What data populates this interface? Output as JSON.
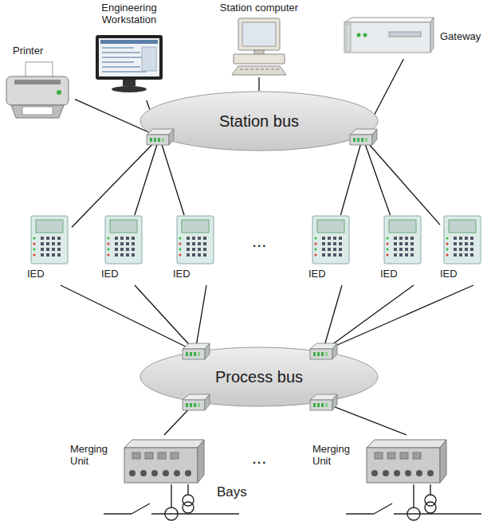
{
  "diagram": {
    "nodes": [
      {
        "text": [
          "Printer"
        ]
      },
      {
        "text": [
          "Engineering Workstation"
        ]
      },
      {
        "text": [
          "Station computer"
        ]
      },
      {
        "text": [
          "Gateway"
        ]
      },
      {
        "text": [
          "Station bus"
        ]
      },
      {
        "text": [
          "IED"
        ]
      },
      {
        "text": [
          "IED"
        ]
      },
      {
        "text": [
          "IED"
        ]
      },
      {
        "text": [
          "IED"
        ]
      },
      {
        "text": [
          "IED"
        ]
      },
      {
        "text": [
          "IED"
        ]
      },
      {
        "text": [
          "Process bus"
        ]
      },
      {
        "text": [
          "Merging Unit"
        ]
      },
      {
        "text": [
          "Merging Unit"
        ]
      }
    ],
    "edges": [
      {
        "from": 0,
        "to": 4,
        "arrow": "none"
      },
      {
        "from": 1,
        "to": 4,
        "arrow": "none"
      },
      {
        "from": 2,
        "to": 4,
        "arrow": "none"
      },
      {
        "from": 3,
        "to": 4,
        "arrow": "none"
      },
      {
        "from": 5,
        "to": 4,
        "arrow": "none"
      },
      {
        "from": 6,
        "to": 4,
        "arrow": "none"
      },
      {
        "from": 7,
        "to": 4,
        "arrow": "none"
      },
      {
        "from": 8,
        "to": 4,
        "arrow": "none"
      },
      {
        "from": 9,
        "to": 4,
        "arrow": "none"
      },
      {
        "from": 10,
        "to": 4,
        "arrow": "none"
      },
      {
        "from": 5,
        "to": 11,
        "arrow": "none"
      },
      {
        "from": 6,
        "to": 11,
        "arrow": "none"
      },
      {
        "from": 7,
        "to": 11,
        "arrow": "none"
      },
      {
        "from": 8,
        "to": 11,
        "arrow": "none"
      },
      {
        "from": 9,
        "to": 11,
        "arrow": "none"
      },
      {
        "from": 10,
        "to": 11,
        "arrow": "none"
      },
      {
        "from": 12,
        "to": 11,
        "arrow": "none"
      },
      {
        "from": 13,
        "to": 11,
        "arrow": "none"
      }
    ],
    "labels": [
      "...",
      "...",
      "Bays"
    ]
  }
}
